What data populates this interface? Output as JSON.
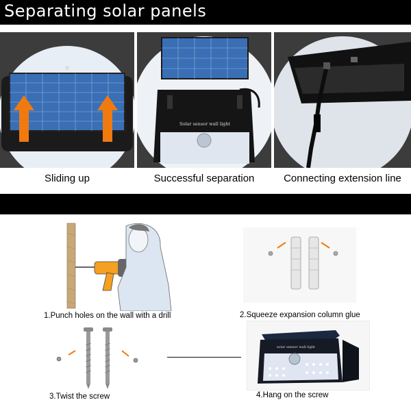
{
  "header": {
    "title": "Separating solar panels"
  },
  "panels": [
    {
      "caption": "Sliding up"
    },
    {
      "caption": "Successful separation",
      "light_label": "Solar sensor wall light"
    },
    {
      "caption": "Connecting extension line"
    }
  ],
  "steps": [
    {
      "label": "1.Punch  holes on the wall with a drill"
    },
    {
      "label": "2.Squeeze  expansion column glue"
    },
    {
      "label": "3.Twist the screw"
    },
    {
      "label": "4.Hang on the screw",
      "light_label": "solar sensor wall light"
    }
  ],
  "colors": {
    "band": "#000000",
    "panel_bg": "#2a2a2a",
    "solar_blue": "#3a6fb5",
    "arrow_orange": "#f07a10"
  }
}
